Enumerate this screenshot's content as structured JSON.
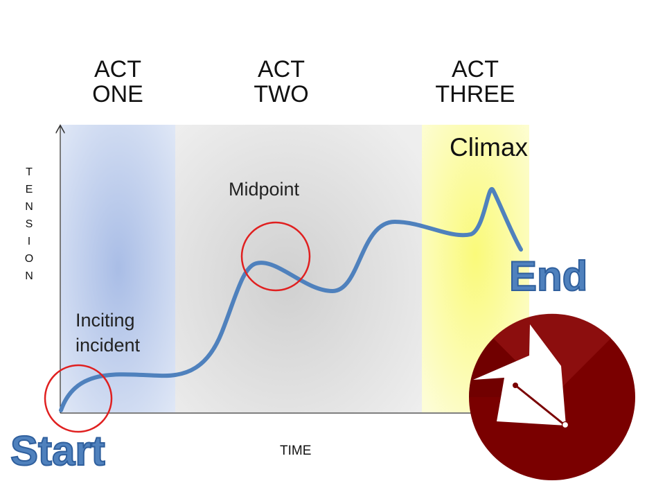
{
  "acts": [
    {
      "lines": [
        "ACT",
        "ONE"
      ]
    },
    {
      "lines": [
        "ACT",
        "TWO"
      ]
    },
    {
      "lines": [
        "ACT",
        "THREE"
      ]
    }
  ],
  "labels": {
    "climax": "Climax",
    "midpoint": "Midpoint",
    "inciting_line1": "Inciting",
    "inciting_line2": "incident",
    "start": "Start",
    "end": "End"
  },
  "axes": {
    "y_letters": [
      "T",
      "E",
      "N",
      "S",
      "I",
      "O",
      "N"
    ],
    "x_label": "TIME"
  },
  "colors": {
    "act_one_fill": "#aabfe6",
    "act_two_fill": "#d6d6d6",
    "act_three_fill": "#fbfb9a",
    "curve": "#4f81bd",
    "highlight_circle": "#e02020",
    "start_end_text": "#4f81bd",
    "clock_face": "#7a0000"
  },
  "icons": {
    "clock": "clock-icon"
  }
}
